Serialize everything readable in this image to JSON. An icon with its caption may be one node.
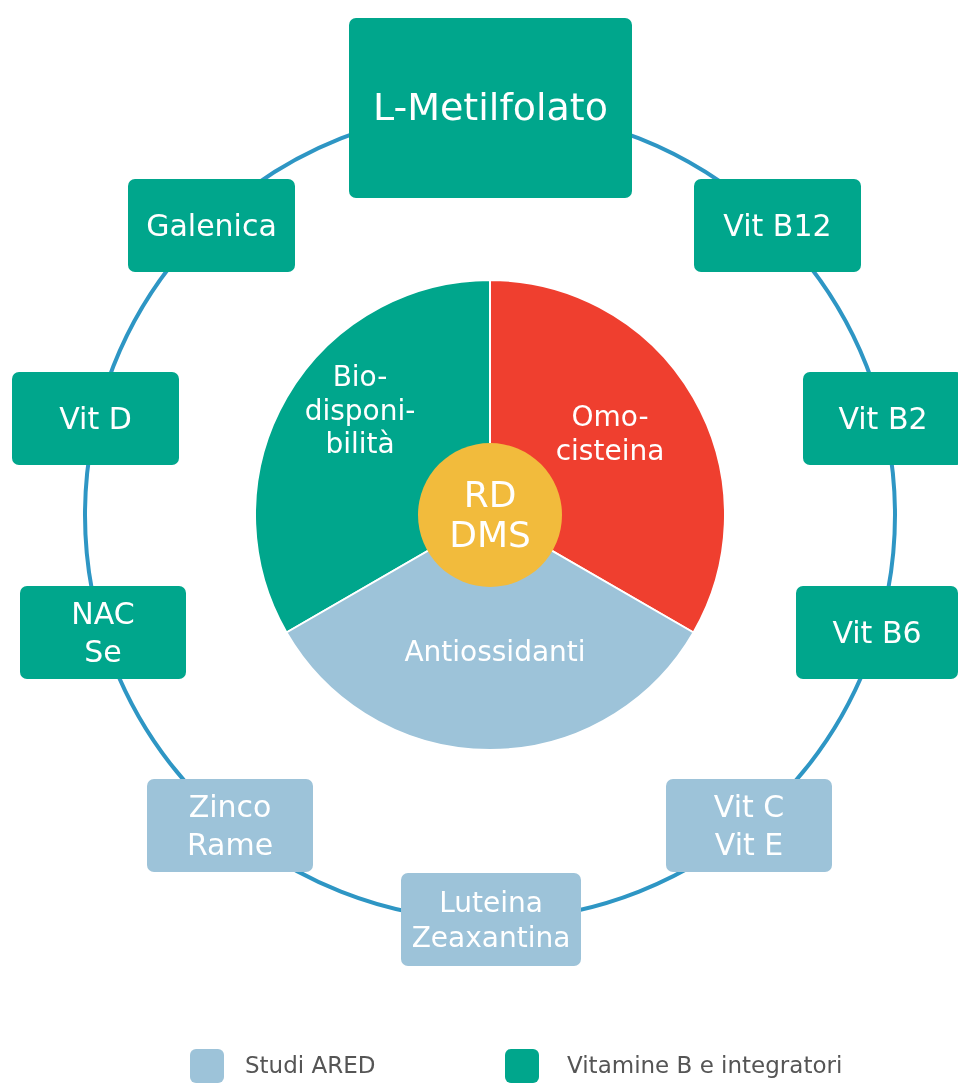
{
  "diagram": {
    "nodes": [
      {
        "text": [
          "L-Metilfolato"
        ]
      },
      {
        "text": [
          "Galenica"
        ]
      },
      {
        "text": [
          "Vit B12"
        ]
      },
      {
        "text": [
          "Vit D"
        ]
      },
      {
        "text": [
          "Vit B2"
        ]
      },
      {
        "text": [
          "Bio- disponi- bilità"
        ]
      },
      {
        "text": [
          "Omo- cisteina"
        ]
      },
      {
        "text": [
          "RD DMS"
        ]
      },
      {
        "text": [
          "NAC Se"
        ]
      },
      {
        "text": [
          "Vit B6"
        ]
      },
      {
        "text": [
          "Antiossidanti"
        ]
      },
      {
        "text": [
          "Zinco Rame"
        ]
      },
      {
        "text": [
          "Vit C Vit E"
        ]
      },
      {
        "text": [
          "Luteina Zeaxantina"
        ]
      }
    ],
    "legend": [
      {
        "text": "Studi ARED",
        "color": "#9dc3d9"
      },
      {
        "text": "Vitamine B e integratori",
        "color": "#00a68c"
      }
    ]
  }
}
